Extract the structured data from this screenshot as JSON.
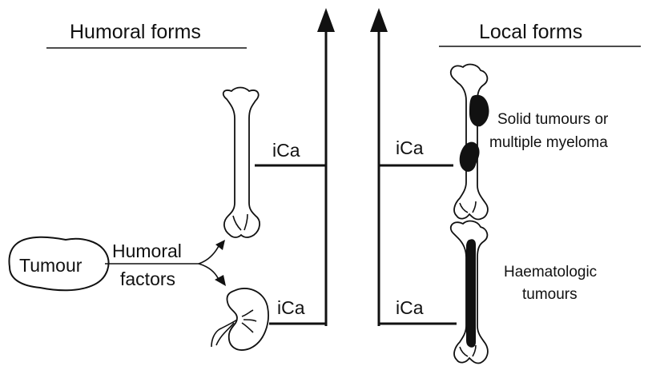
{
  "headers": {
    "humoral": "Humoral forms",
    "local": "Local forms"
  },
  "tumour": {
    "label": "Tumour"
  },
  "humoral_factors": {
    "line1": "Humoral",
    "line2": "factors"
  },
  "ica_labels": {
    "bone_left": "iCa",
    "kidney": "iCa",
    "bone_right_top": "iCa",
    "bone_right_bottom": "iCa"
  },
  "local_labels": {
    "solid_line1": "Solid tumours or",
    "solid_line2": "multiple myeloma",
    "haem_line1": "Haematologic",
    "haem_line2": "tumours"
  },
  "icons": {
    "bone": "femur-bone-icon",
    "kidney": "kidney-icon",
    "tumour": "tumour-mass-icon"
  },
  "colors": {
    "ink": "#111111",
    "background": "#ffffff"
  }
}
